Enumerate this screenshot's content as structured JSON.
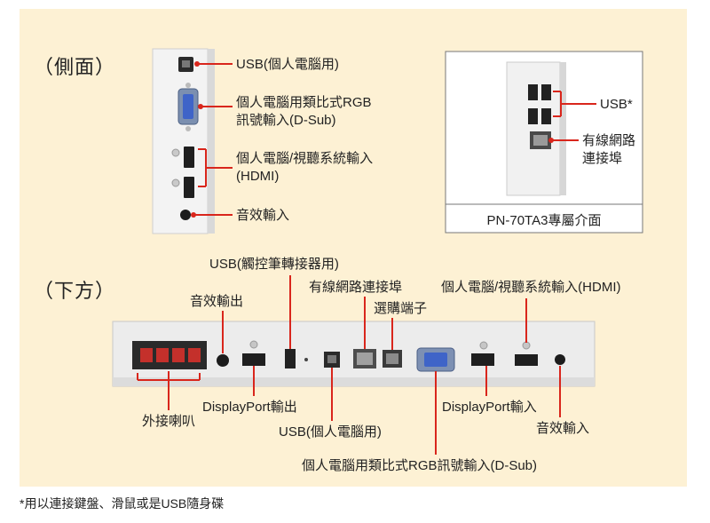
{
  "side": {
    "title": "（側面）",
    "labels": {
      "usb": "USB(個人電腦用)",
      "rgb_line1": "個人電腦用類比式RGB",
      "rgb_line2": "訊號輸入(D-Sub)",
      "hdmi_line1": "個人電腦/視聽系統輸入",
      "hdmi_line2": "(HDMI)",
      "audio_in": "音效輸入"
    }
  },
  "inset": {
    "usb": "USB*",
    "lan_line1": "有線網路",
    "lan_line2": "連接埠",
    "caption": "PN-70TA3專屬介面"
  },
  "bottom": {
    "title": "（下方）",
    "labels": {
      "usb_touch": "USB(觸控筆轉接器用)",
      "audio_out": "音效輸出",
      "lan": "有線網路連接埠",
      "option": "選購端子",
      "hdmi": "個人電腦/視聽系統輸入(HDMI)",
      "dp_out": "DisplayPort輸出",
      "speaker": "外接喇叭",
      "usb_pc": "USB(個人電腦用)",
      "dp_in": "DisplayPort輸入",
      "audio_in": "音效輸入",
      "rgb": "個人電腦用類比式RGB訊號輸入(D-Sub)"
    }
  },
  "footnote": "*用以連接鍵盤、滑鼠或是USB隨身碟",
  "colors": {
    "background": "#fdf1d4",
    "leader": "#d9261c",
    "panel": "#efefef"
  }
}
